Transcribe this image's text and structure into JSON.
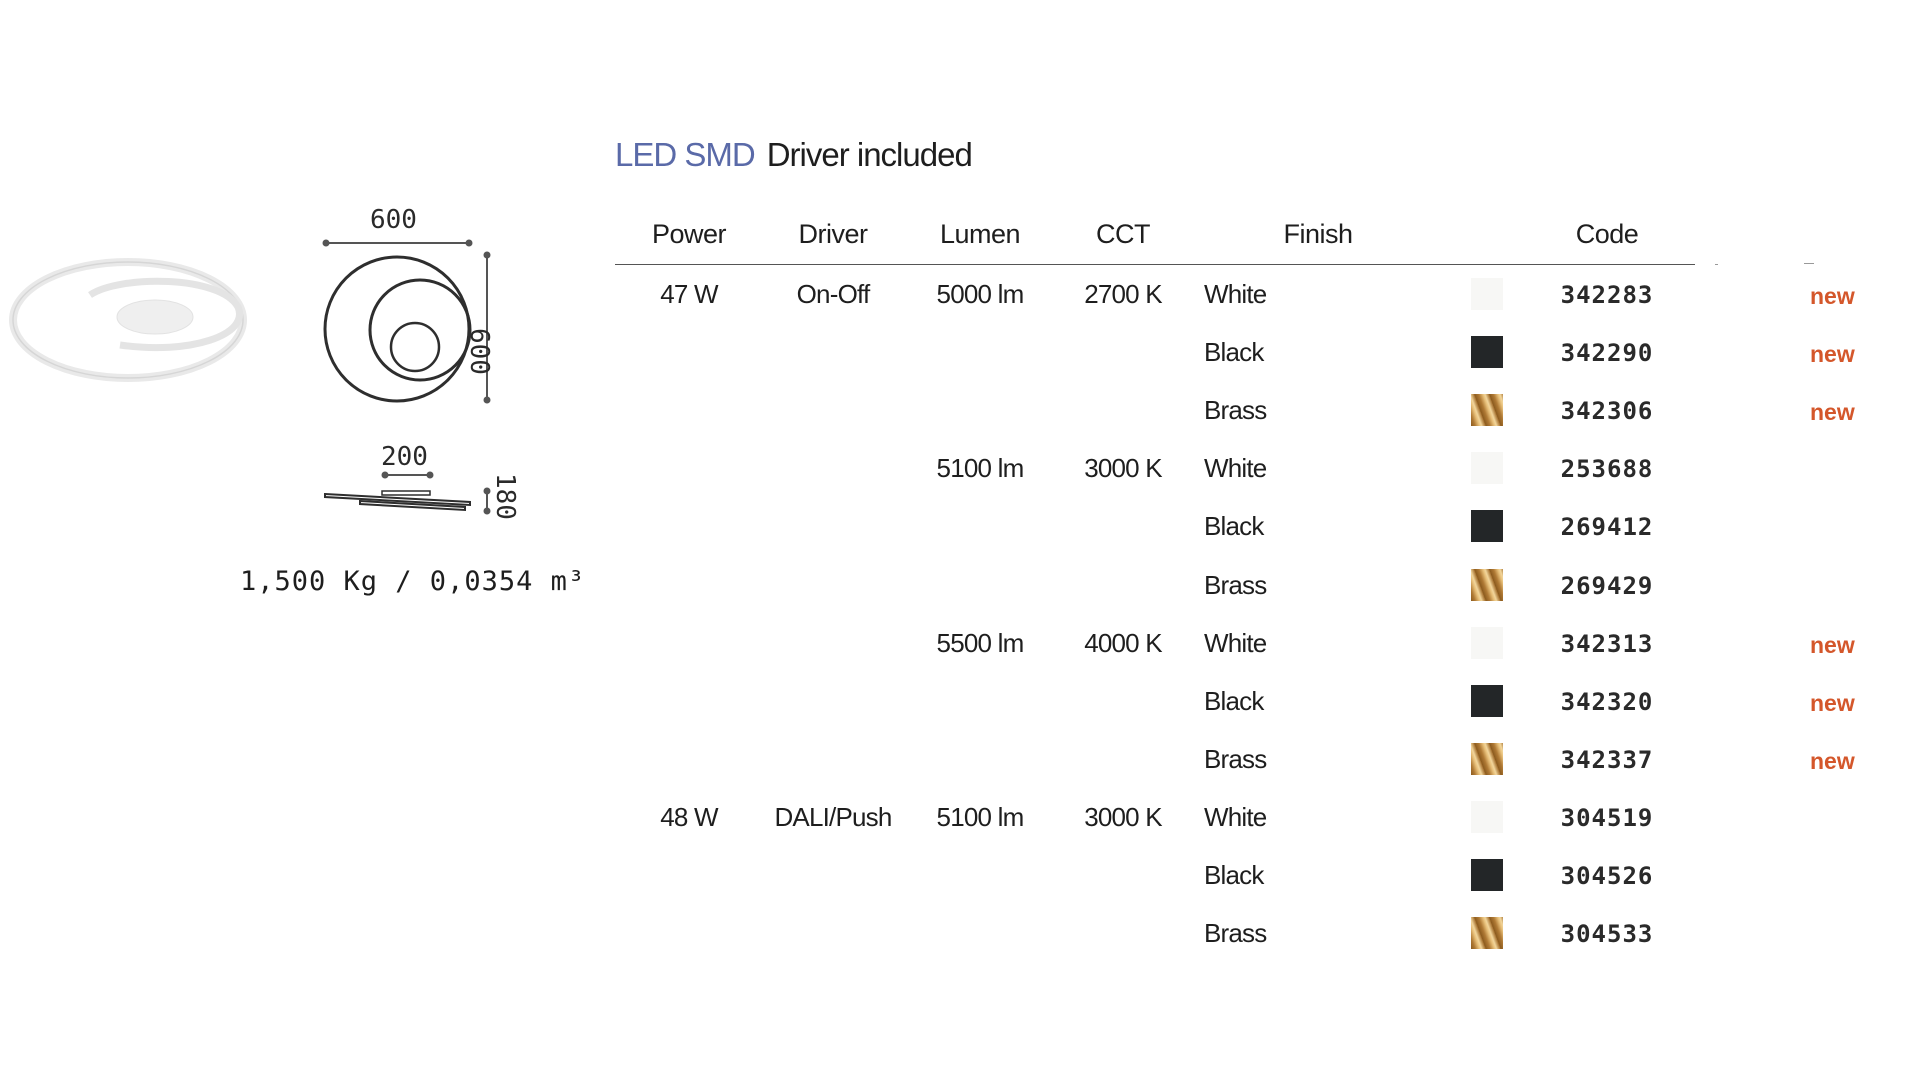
{
  "title": {
    "accent": "LED SMD",
    "main": "Driver included"
  },
  "headers": [
    "Power",
    "Driver",
    "Lumen",
    "CCT",
    "Finish",
    "Code"
  ],
  "rows": [
    {
      "power": "47 W",
      "driver": "On-Off",
      "lumen": "5000 lm",
      "cct": "2700 K",
      "finish": "White",
      "swatch": "white",
      "code": "342283",
      "badge": "new"
    },
    {
      "power": "",
      "driver": "",
      "lumen": "",
      "cct": "",
      "finish": "Black",
      "swatch": "black",
      "code": "342290",
      "badge": "new"
    },
    {
      "power": "",
      "driver": "",
      "lumen": "",
      "cct": "",
      "finish": "Brass",
      "swatch": "brass",
      "code": "342306",
      "badge": "new"
    },
    {
      "power": "",
      "driver": "",
      "lumen": "5100 lm",
      "cct": "3000 K",
      "finish": "White",
      "swatch": "white",
      "code": "253688",
      "badge": ""
    },
    {
      "power": "",
      "driver": "",
      "lumen": "",
      "cct": "",
      "finish": "Black",
      "swatch": "black",
      "code": "269412",
      "badge": ""
    },
    {
      "power": "",
      "driver": "",
      "lumen": "",
      "cct": "",
      "finish": "Brass",
      "swatch": "brass",
      "code": "269429",
      "badge": ""
    },
    {
      "power": "",
      "driver": "",
      "lumen": "5500 lm",
      "cct": "4000 K",
      "finish": "White",
      "swatch": "white",
      "code": "342313",
      "badge": "new"
    },
    {
      "power": "",
      "driver": "",
      "lumen": "",
      "cct": "",
      "finish": "Black",
      "swatch": "black",
      "code": "342320",
      "badge": "new"
    },
    {
      "power": "",
      "driver": "",
      "lumen": "",
      "cct": "",
      "finish": "Brass",
      "swatch": "brass",
      "code": "342337",
      "badge": "new"
    },
    {
      "power": "48 W",
      "driver": "DALI/Push",
      "lumen": "5100 lm",
      "cct": "3000 K",
      "finish": "White",
      "swatch": "white",
      "code": "304519",
      "badge": ""
    },
    {
      "power": "",
      "driver": "",
      "lumen": "",
      "cct": "",
      "finish": "Black",
      "swatch": "black",
      "code": "304526",
      "badge": ""
    },
    {
      "power": "",
      "driver": "",
      "lumen": "",
      "cct": "",
      "finish": "Brass",
      "swatch": "brass",
      "code": "304533",
      "badge": ""
    }
  ],
  "dimensions": {
    "top_width": "600",
    "top_height": "600",
    "side_width": "200",
    "side_height": "180"
  },
  "weight": "1,500 Kg / 0,0354 m³",
  "colors": {
    "accent": "#5a6aa8",
    "badge": "#d4572b",
    "white_finish": "#f7f7f5",
    "black_finish": "#232628",
    "brass_finish": "#c89448"
  }
}
